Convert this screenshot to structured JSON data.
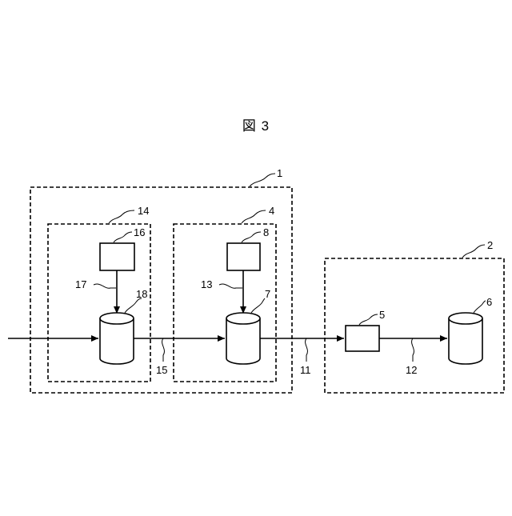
{
  "figure": {
    "title": "図 3"
  },
  "labels": {
    "outer_left": "1",
    "outer_right": "2",
    "inner_block_right": "4",
    "inner_block_left": "14",
    "box_right": "8",
    "box_left": "16",
    "arrow_right": "13",
    "arrow_left": "17",
    "cyl_left": "18",
    "cyl_mid": "7",
    "cyl_far": "6",
    "small_box": "5",
    "link_15": "15",
    "link_11": "11",
    "link_12": "12"
  }
}
